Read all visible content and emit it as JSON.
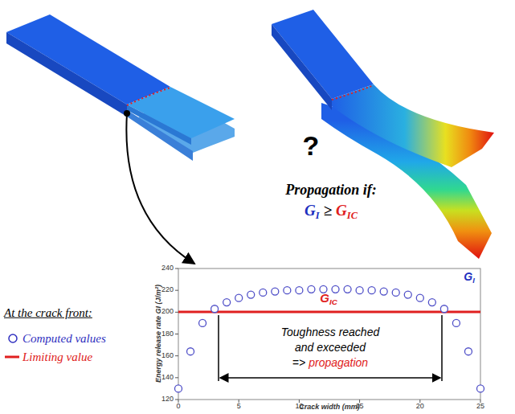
{
  "diagram": {
    "labels": [
      "?",
      "Propagation if:",
      "G",
      "I",
      "≥",
      "G",
      "IC",
      "At the crack front:",
      "240",
      "220",
      "200",
      "180",
      "160",
      "140",
      "120",
      "0",
      "5",
      "10",
      "15",
      "20",
      "25",
      "Energy release rate GI (J/m²)",
      "Crack width (mm)",
      "G",
      "I",
      "G",
      "IC",
      "Toughness reached",
      "and exceeded",
      "=>",
      "propagation"
    ],
    "legend": [
      {
        "text": "Computed values"
      },
      {
        "text": "Limiting value"
      }
    ]
  }
}
